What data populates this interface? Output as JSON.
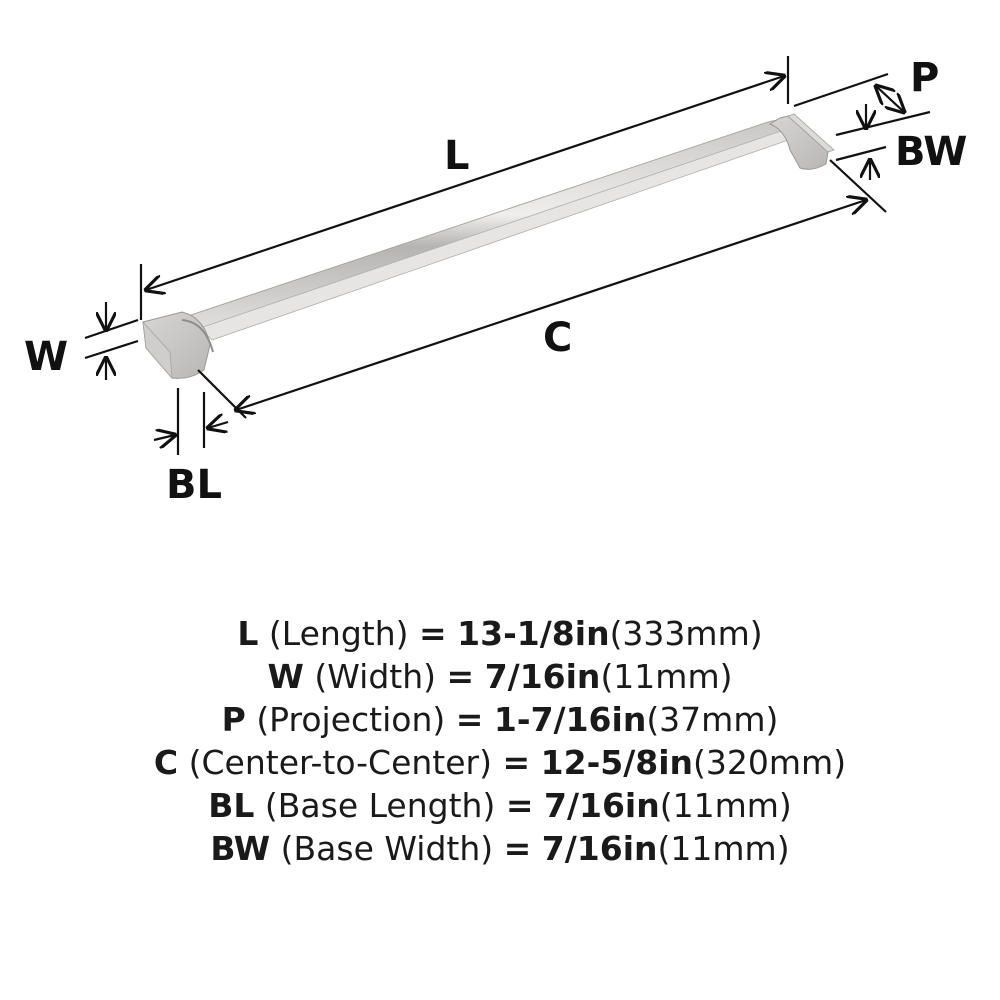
{
  "diagram": {
    "labels": {
      "L": "L",
      "C": "C",
      "W": "W",
      "P": "P",
      "BW": "BW",
      "BL": "BL"
    },
    "colors": {
      "line": "#111111",
      "metal_light": "#e8e7e5",
      "metal_mid": "#c9c8c6",
      "metal_dark": "#9e9d9b",
      "background": "#ffffff"
    }
  },
  "specs": [
    {
      "code": "L",
      "name": "(Length)",
      "eq": "=",
      "imperial": "13-1/8in",
      "metric": "(333mm)"
    },
    {
      "code": "W",
      "name": "(Width)",
      "eq": "=",
      "imperial": "7/16in",
      "metric": "(11mm)"
    },
    {
      "code": "P",
      "name": "(Projection)",
      "eq": "=",
      "imperial": "1-7/16in",
      "metric": "(37mm)"
    },
    {
      "code": "C",
      "name": "(Center-to-Center)",
      "eq": "=",
      "imperial": "12-5/8in",
      "metric": "(320mm)"
    },
    {
      "code": "BL",
      "name": "(Base Length)",
      "eq": "=",
      "imperial": "7/16in",
      "metric": "(11mm)"
    },
    {
      "code": "BW",
      "name": "(Base Width)",
      "eq": "=",
      "imperial": "7/16in",
      "metric": "(11mm)"
    }
  ]
}
